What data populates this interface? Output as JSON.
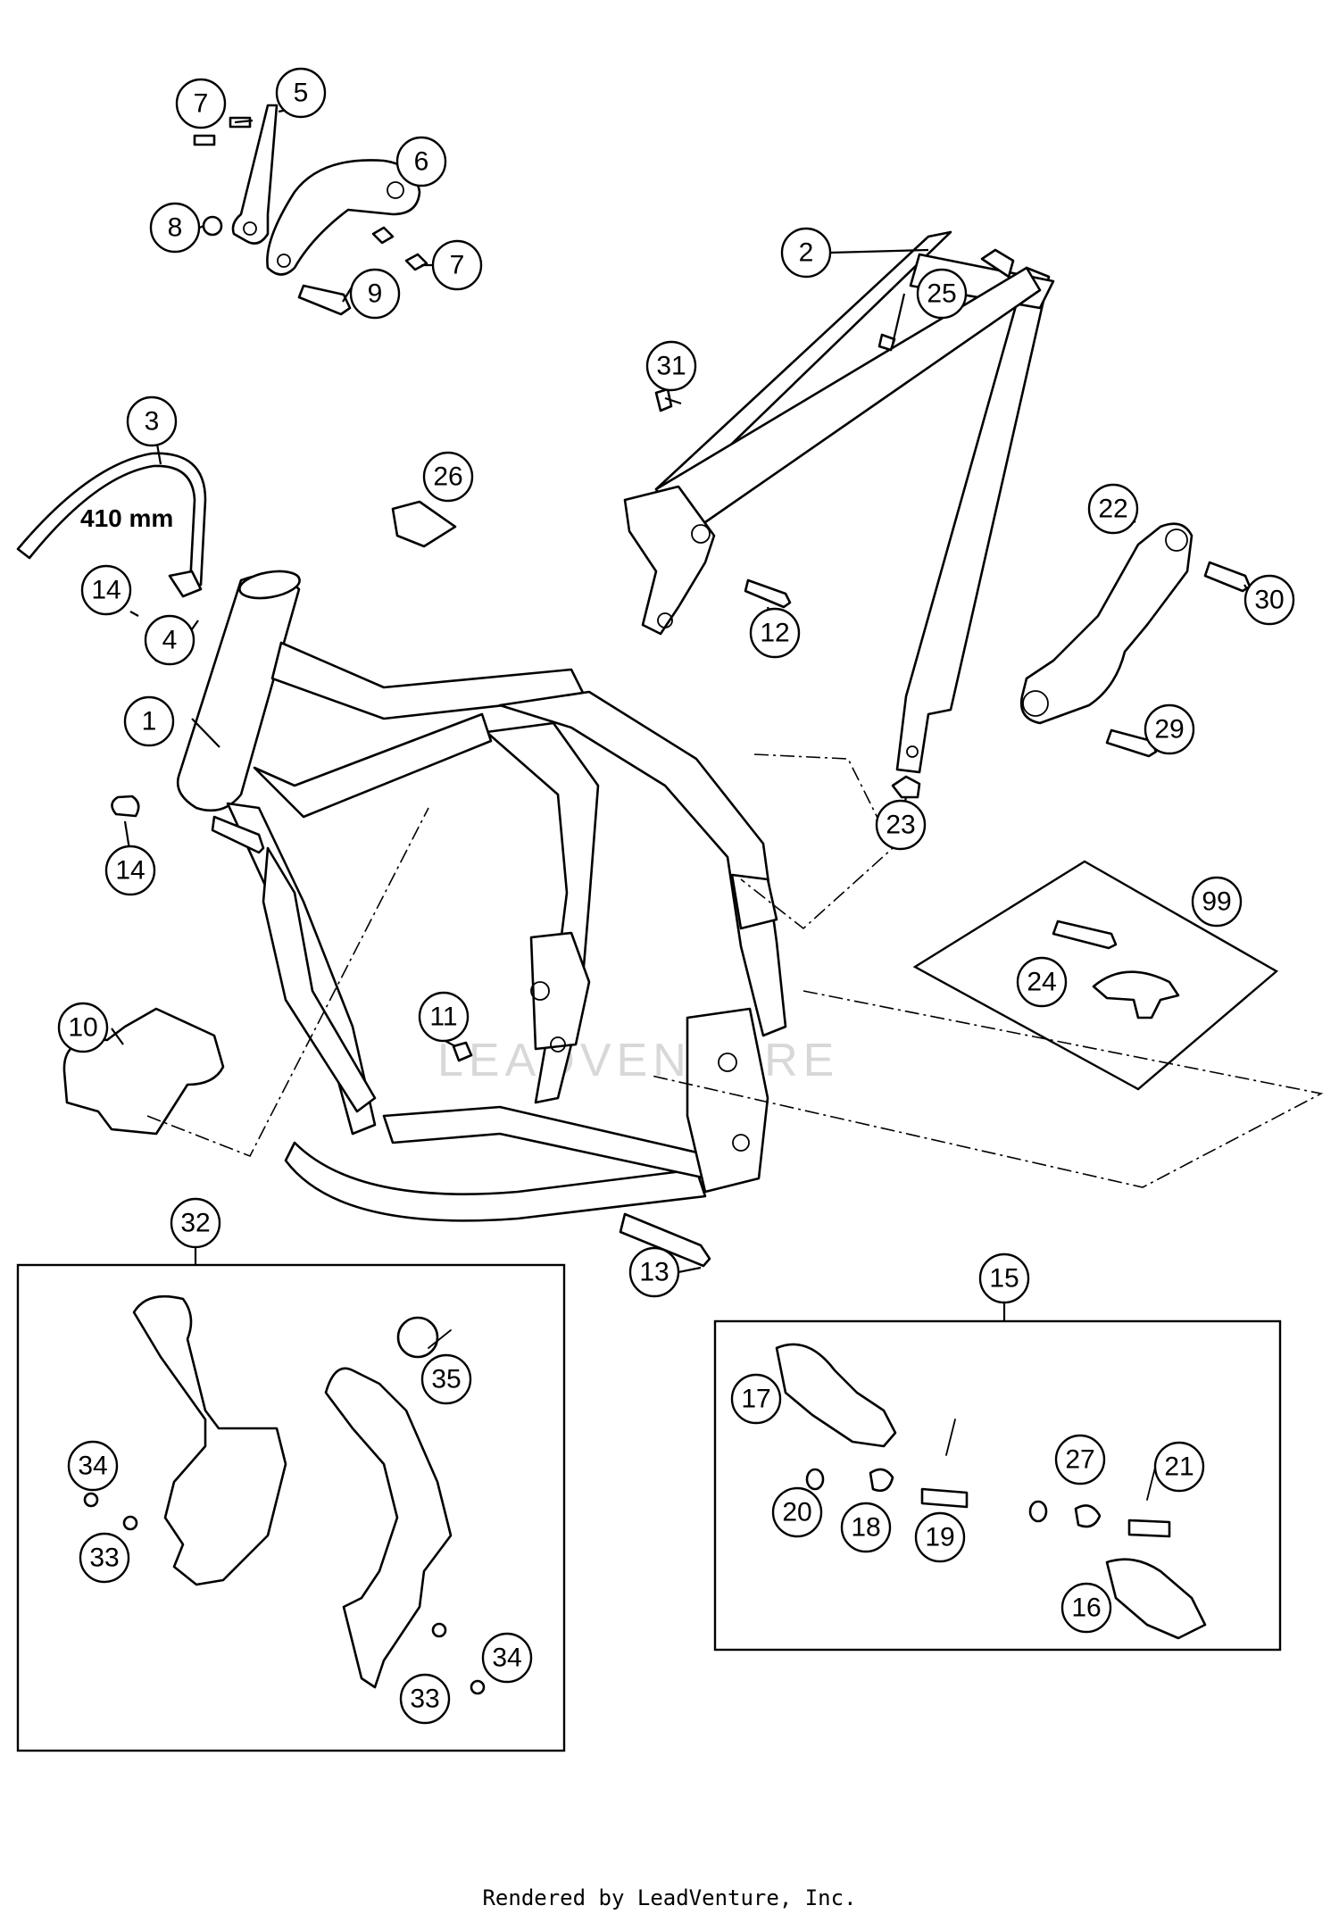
{
  "diagram": {
    "dimension_label": "410 mm",
    "watermark": "LEADVENTURE",
    "footer": "Rendered by LeadVenture, Inc.",
    "callouts": {
      "c1": "1",
      "c2": "2",
      "c3": "3",
      "c4": "4",
      "c5": "5",
      "c6": "6",
      "c7a": "7",
      "c7b": "7",
      "c8": "8",
      "c9": "9",
      "c10": "10",
      "c11": "11",
      "c12": "12",
      "c13": "13",
      "c14a": "14",
      "c14b": "14",
      "c15": "15",
      "c16": "16",
      "c17": "17",
      "c18": "18",
      "c19": "19",
      "c20": "20",
      "c21": "21",
      "c22": "22",
      "c23": "23",
      "c24": "24",
      "c25": "25",
      "c26": "26",
      "c27": "27",
      "c29": "29",
      "c30": "30",
      "c31": "31",
      "c32": "32",
      "c33a": "33",
      "c33b": "33",
      "c34a": "34",
      "c34b": "34",
      "c35": "35",
      "c99": "99"
    }
  }
}
